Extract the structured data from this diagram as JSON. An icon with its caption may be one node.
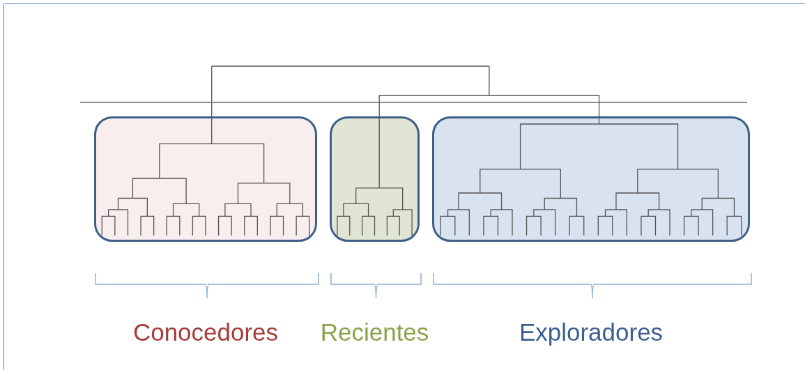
{
  "diagram": {
    "nodes": [
      {
        "text": [],
        "shape": "box",
        "beside": [
          "Conocedores"
        ]
      },
      {
        "text": [],
        "shape": "box",
        "beside": [
          "Recientes"
        ]
      },
      {
        "text": [],
        "shape": "box",
        "beside": [
          "Exploradores"
        ]
      }
    ]
  }
}
